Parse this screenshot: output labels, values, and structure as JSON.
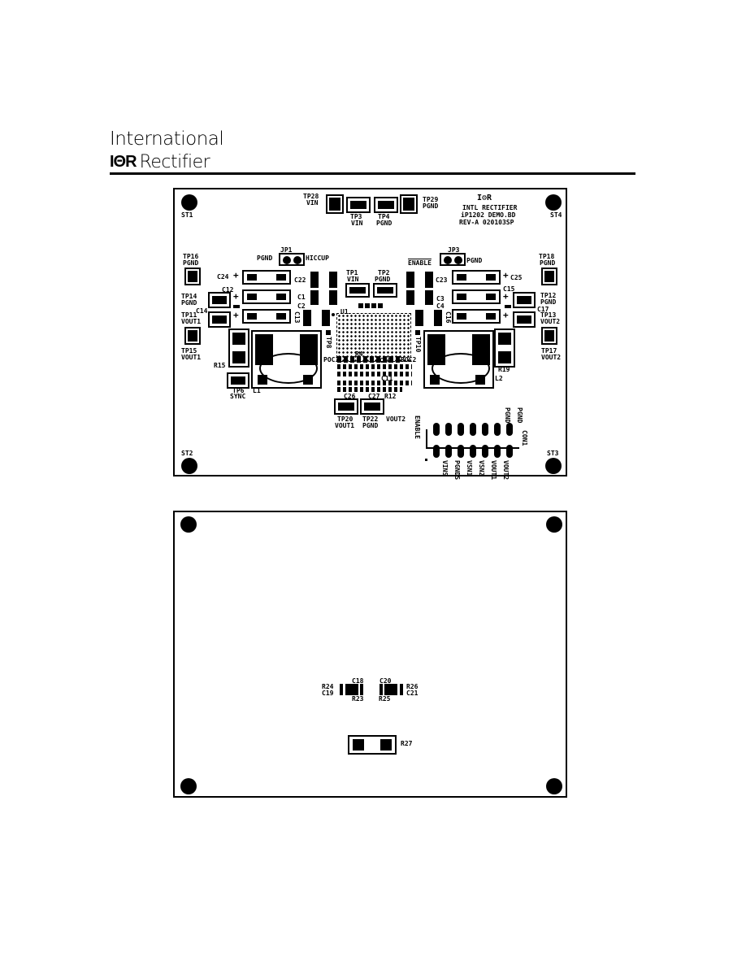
{
  "header": {
    "logo_top": "International",
    "logo_ior": "IΘR",
    "logo_rect": "Rectifier"
  },
  "board_top": {
    "id_block": {
      "line1": "INTL  RECTIFIER",
      "line2": "iP1202   DEMO.BD",
      "line3": "REV-A   020103SP",
      "logo": "I⚙R"
    },
    "mounting": {
      "st1": "ST1",
      "st2": "ST2",
      "st3": "ST3",
      "st4": "ST4"
    },
    "testpoints": {
      "tp28": "TP28",
      "tp28n": "VIN",
      "tp3": "TP3",
      "tp3n": "VIN",
      "tp4": "TP4",
      "tp4n": "PGND",
      "tp29": "TP29",
      "tp29n": "PGND",
      "tp16": "TP16",
      "tp16n": "PGND",
      "tp18": "TP18",
      "tp18n": "PGND",
      "tp14": "TP14",
      "tp14n": "PGND",
      "tp11": "TP11",
      "tp11n": "VOUT1",
      "tp15": "TP15",
      "tp15n": "VOUT1",
      "tp12": "TP12",
      "tp12n": "PGND",
      "tp13": "TP13",
      "tp13n": "VOUT2",
      "tp17": "TP17",
      "tp17n": "VOUT2",
      "tp1": "TP1",
      "tp1n": "VIN",
      "tp2": "TP2",
      "tp2n": "PGND",
      "tp6": "TP6",
      "tp6n": "SYNC",
      "tp20": "TP20",
      "tp20n": "VOUT1",
      "tp22": "TP22",
      "tp22n": "PGND",
      "tp8": "TP8",
      "tp10": "TP10"
    },
    "jumpers": {
      "jp1": "JP1",
      "jp1l": "PGND",
      "jp1r": "HICCUP",
      "jp3": "JP3",
      "jp3l": "ENABLE",
      "jp3r": "PGND"
    },
    "caps": {
      "c24": "C24",
      "c12": "C12",
      "c1x": "C1",
      "c22": "C22",
      "c1": "C1",
      "c2": "C2",
      "c13": "C13",
      "c25": "C25",
      "c15": "C15",
      "c17": "C17",
      "c23": "C23",
      "c3": "C3",
      "c4": "C4",
      "c16": "C16"
    },
    "misc": {
      "r15": "R15",
      "r19": "R19",
      "l1": "L1",
      "l2": "L2",
      "u1": "U1",
      "ocp1": "POC1",
      "ocp2": "ROC2",
      "c10": "C10",
      "c11": "C11",
      "r12": "R12",
      "c26": "C26",
      "c27": "C27",
      "vout2": "VOUT2",
      "enable": "ENABLE",
      "con": "CON1",
      "plus": "+"
    },
    "connector_labels": [
      "VINS",
      "PGNDS",
      "VSN1",
      "VSN2",
      "VOUT1",
      "VOUT2"
    ],
    "connector_top_labels": [
      "PGND",
      "PGND"
    ]
  },
  "board_bottom": {
    "r24": "R24",
    "c19": "C19",
    "c18": "C18",
    "r23": "R23",
    "c20": "C20",
    "r26": "R26",
    "c21": "C21",
    "r25": "R25",
    "r27": "R27"
  }
}
